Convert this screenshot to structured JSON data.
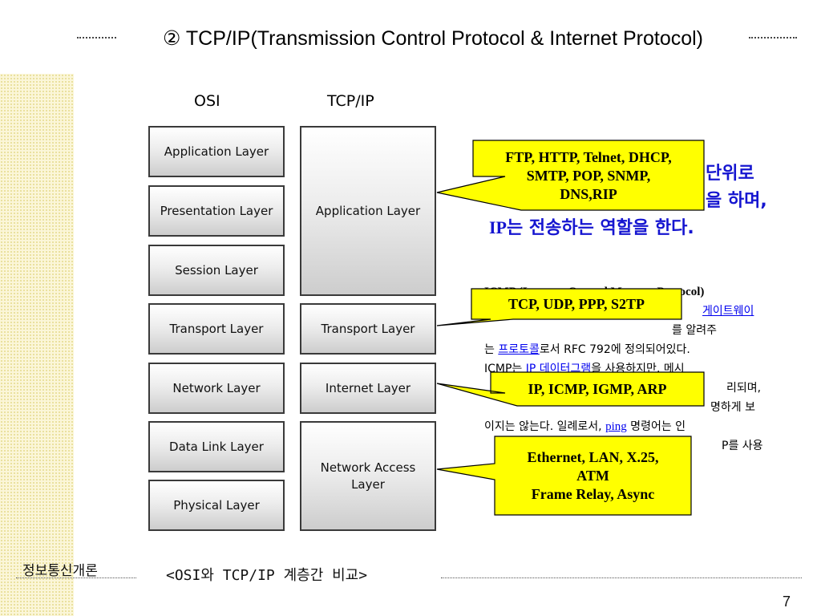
{
  "slide": {
    "title": "② TCP/IP(Transmission Control Protocol & Internet Protocol)",
    "page_number": "7",
    "footer_label": "정보통신개론",
    "caption": "<OSI와 TCP/IP 계층간 비교>"
  },
  "diagram": {
    "osi_heading": "OSI",
    "tcpip_heading": "TCP/IP",
    "osi_layers": [
      "Application Layer",
      "Presentation Layer",
      "Session Layer",
      "Transport Layer",
      "Network Layer",
      "Data Link Layer",
      "Physical Layer"
    ],
    "tcpip_layers": {
      "application": "Application Layer",
      "transport": "Transport Layer",
      "internet": "Internet Layer",
      "network_access_line1": "Network Access",
      "network_access_line2": "Layer"
    }
  },
  "korean_text": {
    "line1": "단위로",
    "line2": "을 하며,",
    "line3_ip": "IP",
    "line3_rest": "는 전송하는 역할을 한다."
  },
  "icmp_paragraph": {
    "line1": "ICMP (Internet Control Message Protocol)",
    "line2_link": "게이트웨이",
    "line3_text": "를 알려주",
    "line4_prefix": "는 ",
    "line4_link": "프로토콜",
    "line4_text": "로서 RFC 792에 정의되어있다.",
    "line5_prefix": "ICMP는 ",
    "line5_link": "IP 데이터그램",
    "line5_text": "을 사용하지만, 메시",
    "line6_text": "리되며,",
    "line7_text": "명하게 보",
    "line8_text": "이지는 않는다. 일례로서, ",
    "line8_link": "ping",
    "line8_suffix": " 명령어는 인",
    "line9_text": "P를 사용"
  },
  "callouts": {
    "application": {
      "line1": "FTP, HTTP, Telnet, DHCP,",
      "line2": "SMTP, POP, SNMP,",
      "line3": "DNS,RIP"
    },
    "transport": {
      "line1": "TCP, UDP, PPP, S2TP"
    },
    "internet": {
      "line1": "IP, ICMP, IGMP, ARP"
    },
    "network_access": {
      "line1": "Ethernet, LAN, X.25,",
      "line2": "ATM",
      "line3": "Frame Relay, Async"
    }
  },
  "colors": {
    "callout_fill": "#ffff00",
    "korean_text": "#1515d0",
    "link": "#0000ee",
    "left_strip": "#fbf6d8"
  }
}
